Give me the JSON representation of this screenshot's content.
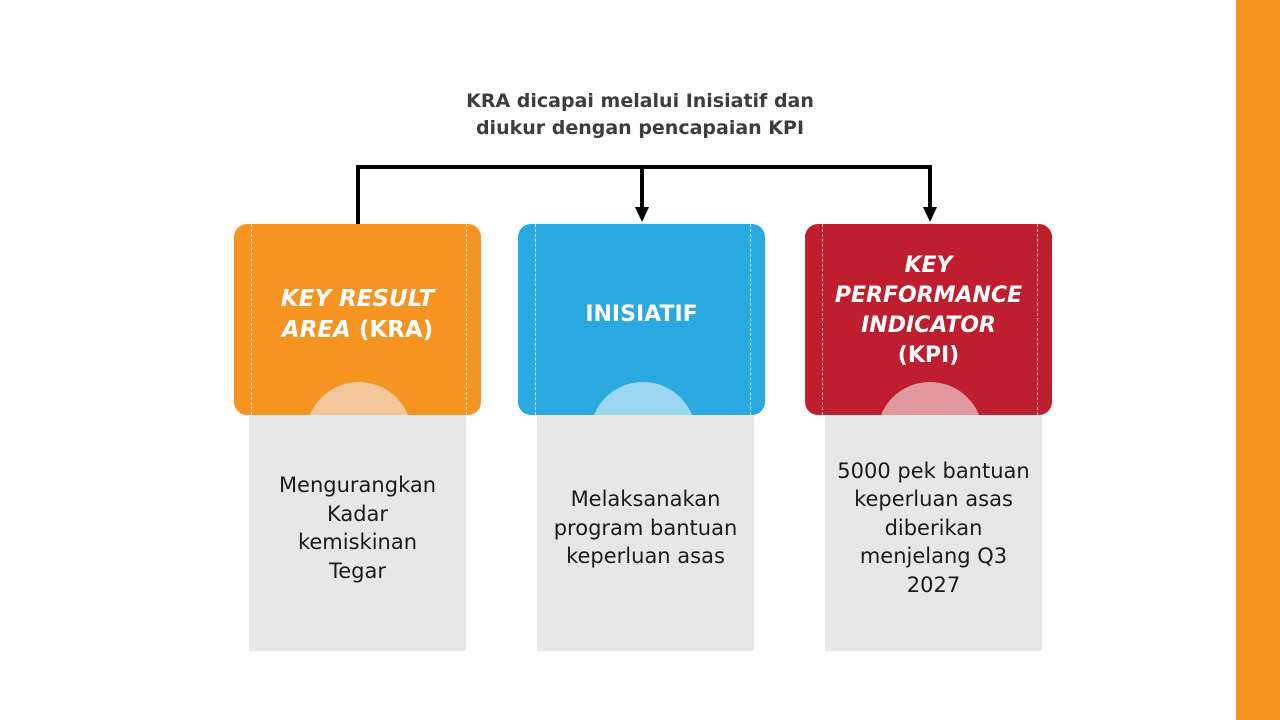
{
  "colors": {
    "side_bar": "#f59421",
    "kra": "#f59421",
    "kra_circle": "#f3c79a",
    "inisiatif": "#2aa9e0",
    "inisiatif_circle": "#9bd6ef",
    "kpi": "#be1e2d",
    "kpi_circle": "#e0979e",
    "connector": "#000000"
  },
  "title": {
    "line1": "KRA dicapai melalui Inisiatif dan",
    "line2": "diukur dengan pencapaian KPI"
  },
  "cards": {
    "kra": {
      "line1_italic": "KEY RESULT",
      "line2_italic": "AREA",
      "line2_rest": " (KRA)",
      "desc": "Mengurangkan Kadar kemiskinan Tegar"
    },
    "inisiatif": {
      "label": "INISIATIF",
      "desc": "Melaksanakan program bantuan keperluan asas"
    },
    "kpi": {
      "line1_italic": "KEY",
      "line2_italic": "PERFORMANCE",
      "line3_italic": "INDICATOR",
      "line4": "(KPI)",
      "desc": "5000 pek bantuan keperluan asas diberikan menjelang Q3 2027"
    }
  }
}
